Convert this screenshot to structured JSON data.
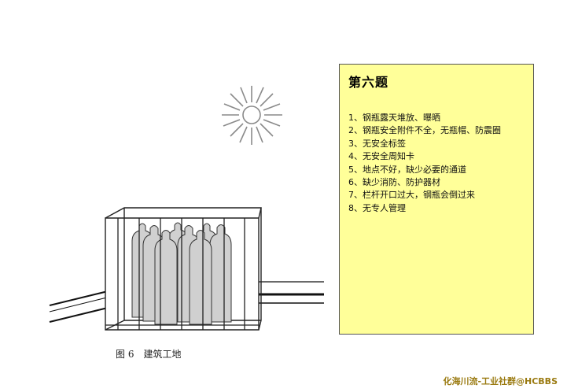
{
  "figure": {
    "number": "图 6",
    "title": "建筑工地"
  },
  "panel": {
    "title": "第六题",
    "items": [
      "1、钢瓶露天堆放、曝晒",
      "2、钢瓶安全附件不全，无瓶帽、防震圈",
      "3、无安全标签",
      "4、无安全周知卡",
      "5、地点不好，缺少必要的通道",
      "6、缺少消防、防护器材",
      "7、栏杆开口过大，钢瓶会倒过来",
      "8、无专人管理"
    ]
  },
  "watermark": "化海川流-工业社群@HCBBS",
  "colors": {
    "panel_background": "#ffff99",
    "watermark": "#9a7a10"
  }
}
